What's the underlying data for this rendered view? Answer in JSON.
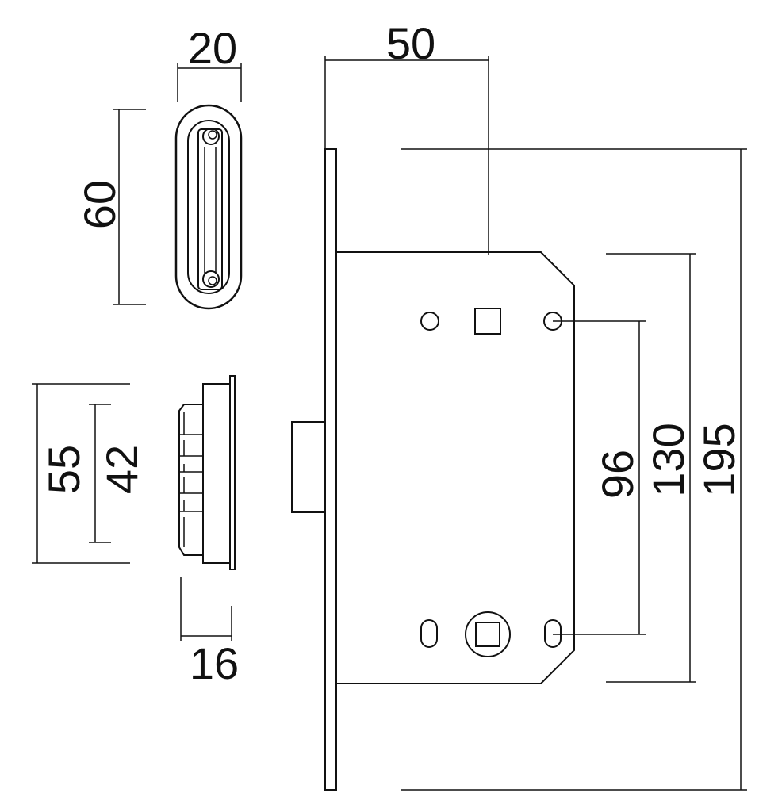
{
  "colors": {
    "line": "#111111",
    "background": "#ffffff"
  },
  "dimensions": {
    "strike_width": "20",
    "strike_height": "60",
    "latch_face_height": "55",
    "latch_inner_height": "42",
    "latch_depth": "16",
    "backset": "50",
    "hole_spacing": "96",
    "case_height": "130",
    "faceplate_height": "195"
  }
}
